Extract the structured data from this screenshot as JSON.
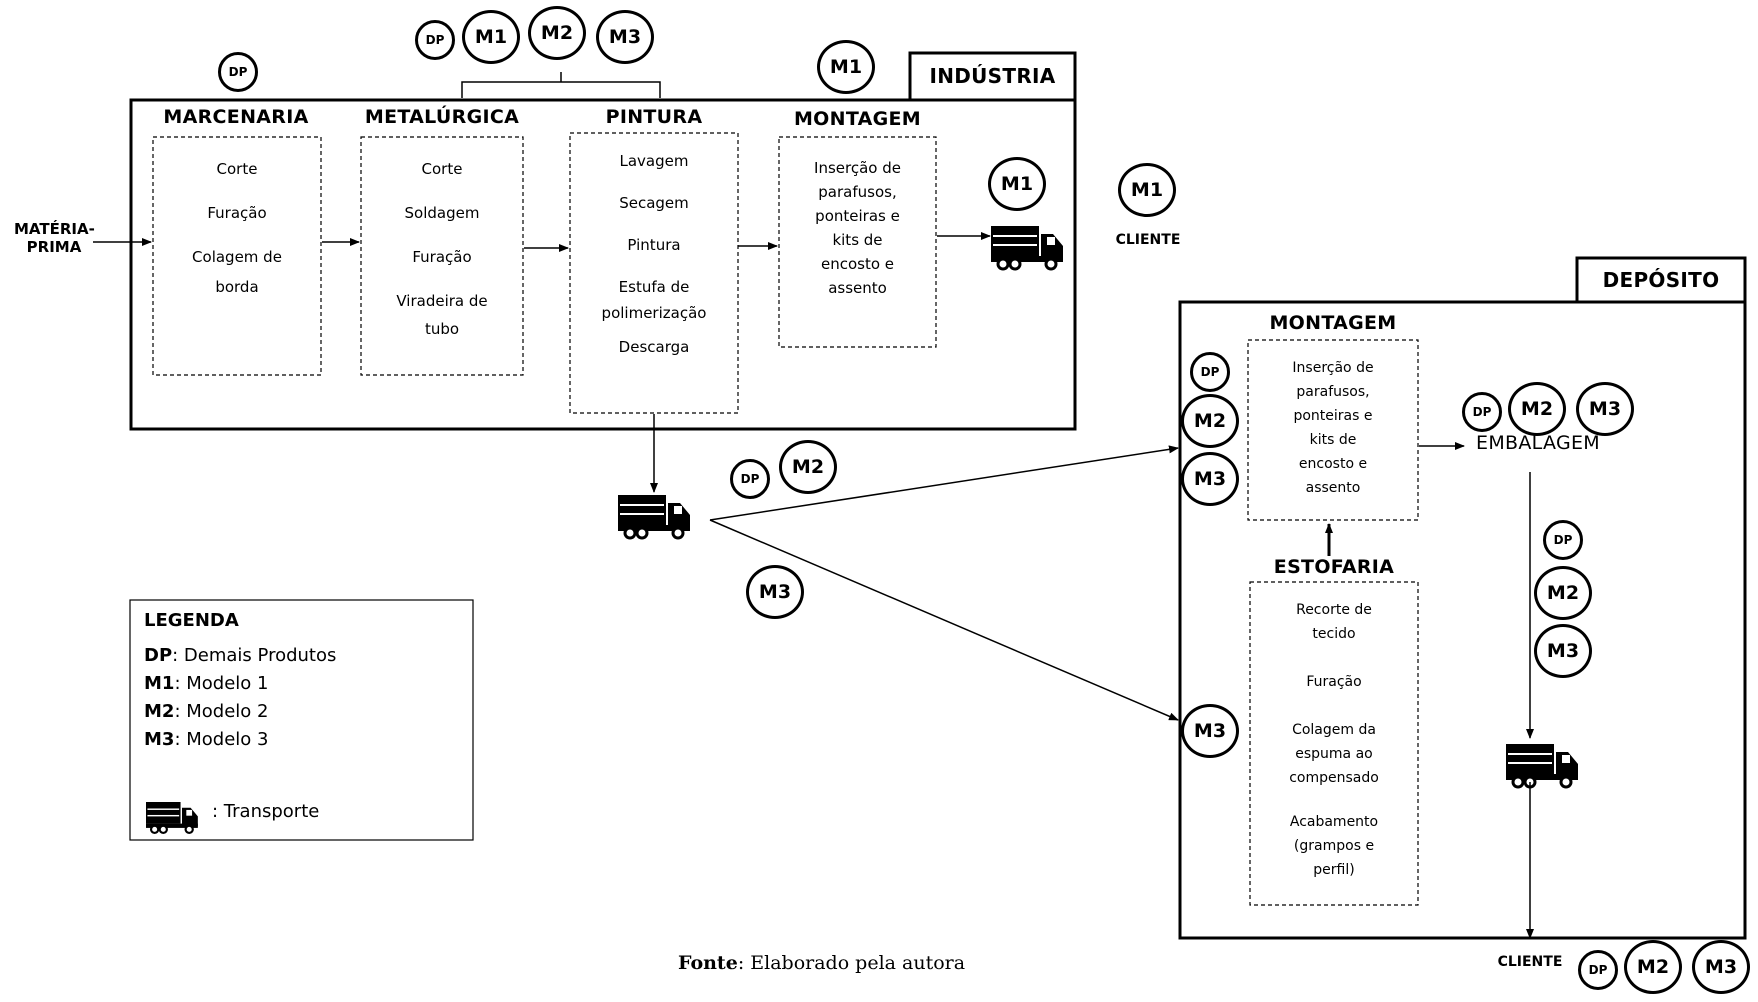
{
  "industria": {
    "label": "INDÚSTRIA",
    "input_label_1": "MATÉRIA-",
    "input_label_2": "PRIMA",
    "sections": [
      {
        "title": "MARCENARIA",
        "steps": [
          "Corte",
          "Furação",
          "Colagem de",
          "borda"
        ]
      },
      {
        "title": "METALÚRGICA",
        "steps": [
          "Corte",
          "Soldagem",
          "Furação",
          "Viradeira de",
          "tubo"
        ]
      },
      {
        "title": "PINTURA",
        "steps": [
          "Lavagem",
          "Secagem",
          "Pintura",
          "Estufa de",
          "polimerização",
          "Descarga"
        ]
      },
      {
        "title": "MONTAGEM",
        "steps": [
          "Inserção de",
          "parafusos,",
          "ponteiras e",
          "kits de",
          "encosto e",
          "assento"
        ]
      }
    ]
  },
  "deposito": {
    "label": "DEPÓSITO",
    "sections": [
      {
        "title": "MONTAGEM",
        "steps": [
          "Inserção de",
          "parafusos,",
          "ponteiras e",
          "kits de",
          "encosto e",
          "assento"
        ]
      },
      {
        "title": "ESTOFARIA",
        "steps": [
          "Recorte de",
          "tecido",
          "Furação",
          "Colagem da",
          "espuma ao",
          "compensado",
          "Acabamento",
          "(grampos e",
          "perfil)"
        ]
      },
      {
        "title": "EMBALAGEM"
      }
    ]
  },
  "cliente_label": "CLIENTE",
  "product_codes": {
    "dp": "DP",
    "m1": "M1",
    "m2": "M2",
    "m3": "M3"
  },
  "legend": {
    "title": "LEGENDA",
    "items": [
      {
        "code": "DP",
        "text": ": Demais Produtos"
      },
      {
        "code": "M1",
        "text": ": Modelo 1"
      },
      {
        "code": "M2",
        "text": ": Modelo 2"
      },
      {
        "code": "M3",
        "text": ": Modelo 3"
      }
    ],
    "transport_text": ": Transporte",
    "transport_icon": "truck-icon"
  },
  "source": {
    "prefix": "Fonte",
    "text": ": Elaborado pela autora"
  },
  "colors": {
    "stroke": "#000000",
    "background": "#ffffff"
  }
}
